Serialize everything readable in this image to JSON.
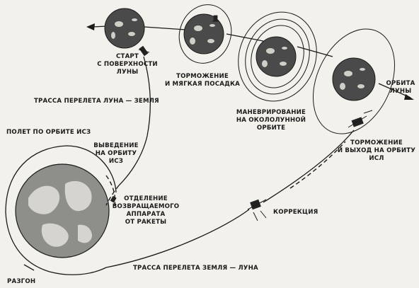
{
  "labels": {
    "start": [
      "СТАРТ",
      "С ПОВЕРХНОСТИ",
      "ЛУНЫ"
    ],
    "soft_landing": [
      "ТОРМОЖЕНИЕ",
      "И МЯГКАЯ ПОСАДКА"
    ],
    "maneuvering": [
      "МАНЕВРИРОВАНИЕ",
      "НА ОКОЛОЛУННОЙ",
      "ОРБИТЕ"
    ],
    "moon_orbit": [
      "ОРБИТА",
      "ЛУНЫ"
    ],
    "braking_ism": [
      "ТОРМОЖЕНИЕ",
      "И ВЫХОД НА ОРБИТУ",
      "ИСЛ"
    ],
    "moon_earth_path": "ТРАССА ПЕРЕЛЕТА ЛУНА — ЗЕМЛЯ",
    "earth_orbit_flight": "ПОЛЕТ ПО ОРБИТЕ ИСЗ",
    "insertion": [
      "ВЫВЕДЕНИЕ",
      "НА ОРБИТУ",
      "ИСЗ"
    ],
    "separation": [
      "ОТДЕЛЕНИЕ",
      "ВОЗВРАЩАЕМОГО",
      "АППАРАТА",
      "ОТ РАКЕТЫ"
    ],
    "correction": "КОРРЕКЦИЯ",
    "earth_moon_path": "ТРАССА ПЕРЕЛЕТА ЗЕМЛЯ — ЛУНА",
    "acceleration": "РАЗГОН"
  },
  "icons": [
    "moon",
    "earth",
    "spacecraft",
    "arrow"
  ]
}
